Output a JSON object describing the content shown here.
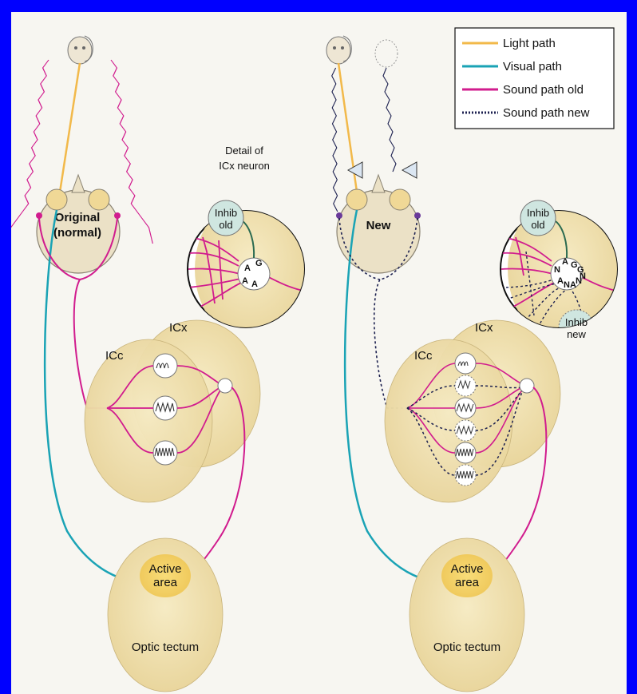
{
  "legend": {
    "items": [
      {
        "label": "Light path",
        "color": "#f2b94a",
        "style": "solid"
      },
      {
        "label": "Visual path",
        "color": "#1aa3b5",
        "style": "solid"
      },
      {
        "label": "Sound path old",
        "color": "#d11c8e",
        "style": "solid"
      },
      {
        "label": "Sound path new",
        "color": "#1d2150",
        "style": "dotted"
      }
    ]
  },
  "left_panel": {
    "head_label": "Original\n(normal)",
    "detail_title_line1": "Detail of",
    "detail_title_line2": "ICx neuron",
    "inhib_old_line1": "Inhib",
    "inhib_old_line2": "old",
    "icx": "ICx",
    "icc": "ICc",
    "active_area_line1": "Active",
    "active_area_line2": "area",
    "optic_tectum": "Optic tectum",
    "synapse_labels": [
      "A",
      "G",
      "A",
      "A"
    ]
  },
  "right_panel": {
    "head_label": "New",
    "inhib_old_line1": "Inhib",
    "inhib_old_line2": "old",
    "inhib_new_line1": "Inhib",
    "inhib_new_line2": "new",
    "icx": "ICx",
    "icc": "ICc",
    "active_area_line1": "Active",
    "active_area_line2": "area",
    "optic_tectum": "Optic tectum",
    "synapse_labels": [
      "N",
      "A",
      "G",
      "G",
      "A",
      "N",
      "A",
      "N",
      "N"
    ]
  },
  "colors": {
    "tissue": "#f2e4b4",
    "tissue_dark": "#e7d59a",
    "head": "#ebe1c6",
    "active": "#f6d66f"
  }
}
